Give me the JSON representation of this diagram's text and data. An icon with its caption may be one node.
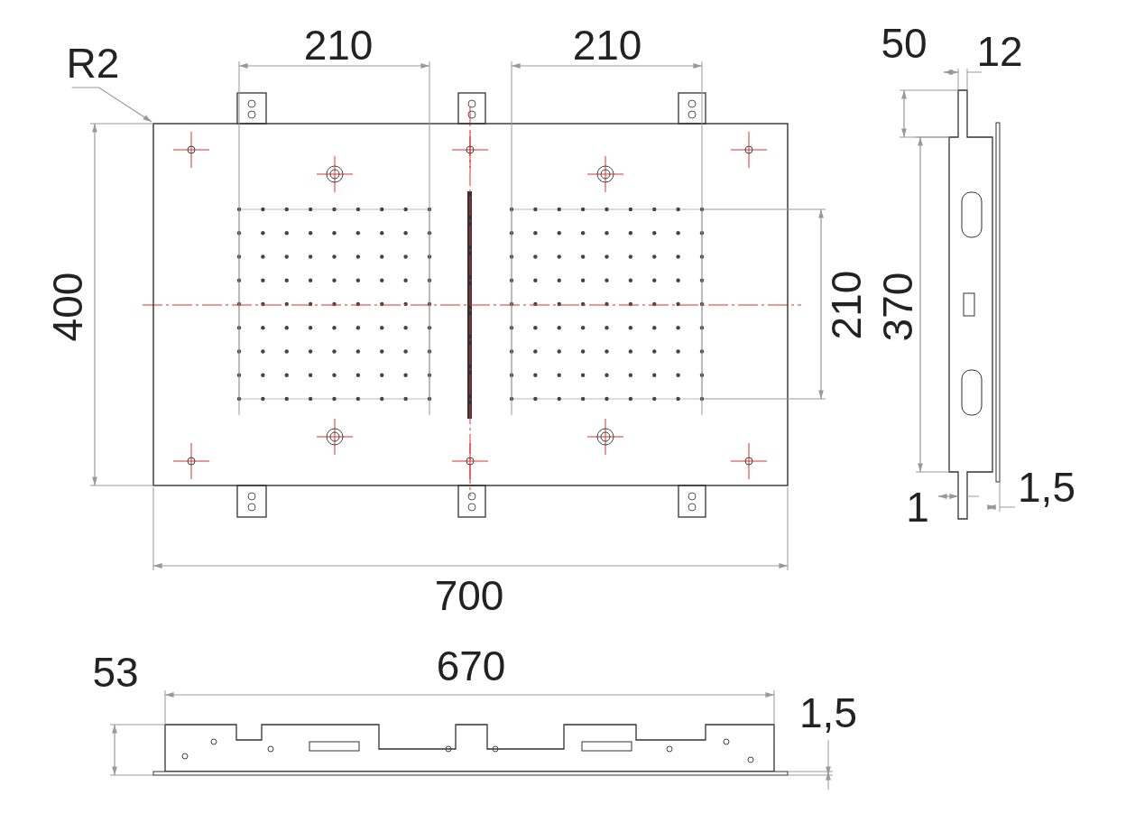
{
  "diagram": {
    "nodes": [
      {
        "text": [
          "R2"
        ]
      },
      {
        "text": [],
        "shape": "box"
      }
    ],
    "edges": [
      {
        "from": 0,
        "to": 1,
        "arrow": "to"
      }
    ],
    "labels": [
      "210",
      "210",
      "50",
      "12",
      "400",
      "210",
      "370",
      "1",
      "1,5",
      "700",
      "53",
      "670",
      "1,5"
    ]
  }
}
